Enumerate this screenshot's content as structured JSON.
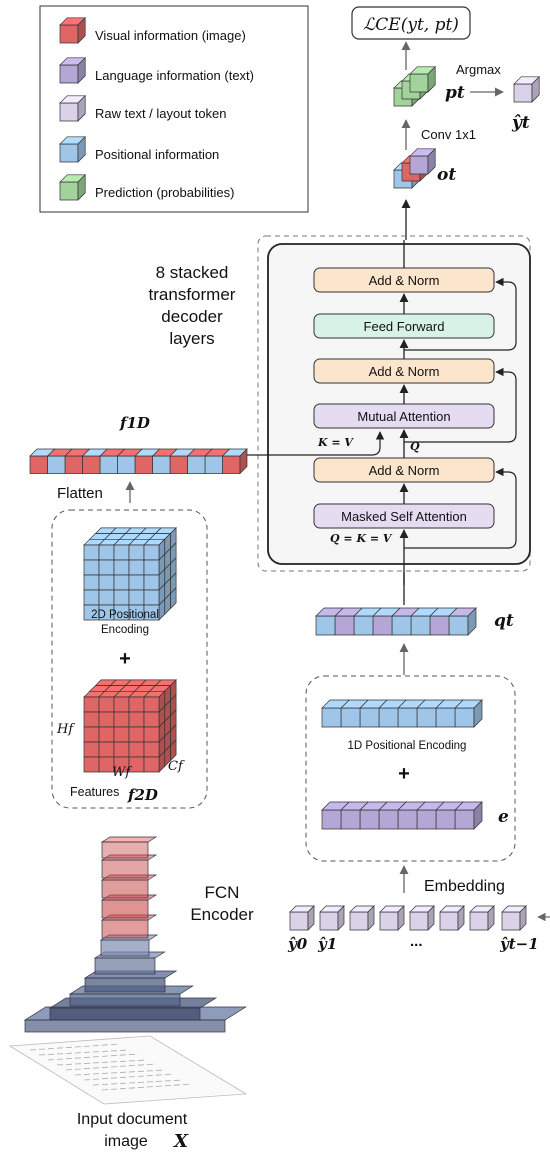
{
  "legend": {
    "items": [
      {
        "label": "Visual information (image)",
        "color": "#e06666"
      },
      {
        "label": "Language information (text)",
        "color": "#b4a7d6"
      },
      {
        "label": "Raw text / layout token",
        "color": "#d9d2e9"
      },
      {
        "label": "Positional information",
        "color": "#9fc5e8"
      },
      {
        "label": "Prediction (probabilities)",
        "color": "#a3d39c"
      }
    ]
  },
  "output": {
    "loss": "ℒCE(yt, pt)",
    "argmax": "Argmax",
    "pt": "pt",
    "yhat_t": "ŷt",
    "conv": "Conv 1x1",
    "ot": "ot"
  },
  "decoder": {
    "stack_label": [
      "8 stacked",
      "transformer",
      "decoder",
      "layers"
    ],
    "blocks": {
      "add_norm": "Add & Norm",
      "feed_forward": "Feed Forward",
      "mutual_attention": "Mutual Attention",
      "masked_self_attention": "Masked Self Attention"
    },
    "kv_label": "K = V",
    "q_label": "Q",
    "qkv_label": "Q = K = V"
  },
  "encoder_side": {
    "f1d": "f1D",
    "flatten": "Flatten",
    "pos2d": [
      "2D Positional",
      "Encoding"
    ],
    "plus": "+",
    "hf": "Hf",
    "wf": "Wf",
    "cf": "Cf",
    "features": "Features",
    "f2d": "f2D",
    "fcn": [
      "FCN",
      "Encoder"
    ],
    "input": [
      "Input  document",
      "image"
    ],
    "x": "X"
  },
  "decoder_input": {
    "qt": "qt",
    "pos1d": "1D Positional Encoding",
    "plus": "+",
    "e": "e",
    "embedding": "Embedding",
    "y0": "ŷ0",
    "y1": "ŷ1",
    "dots": "...",
    "ytm1": "ŷt−1"
  },
  "colors": {
    "visual": "#e06666",
    "language": "#b4a7d6",
    "raw": "#d9d2e9",
    "positional": "#9fc5e8",
    "prediction": "#a3d39c",
    "addnorm": "#fce5cd",
    "ff": "#d9f2e6",
    "attn": "#e6dcf2",
    "panel": "#f6f6f6"
  }
}
